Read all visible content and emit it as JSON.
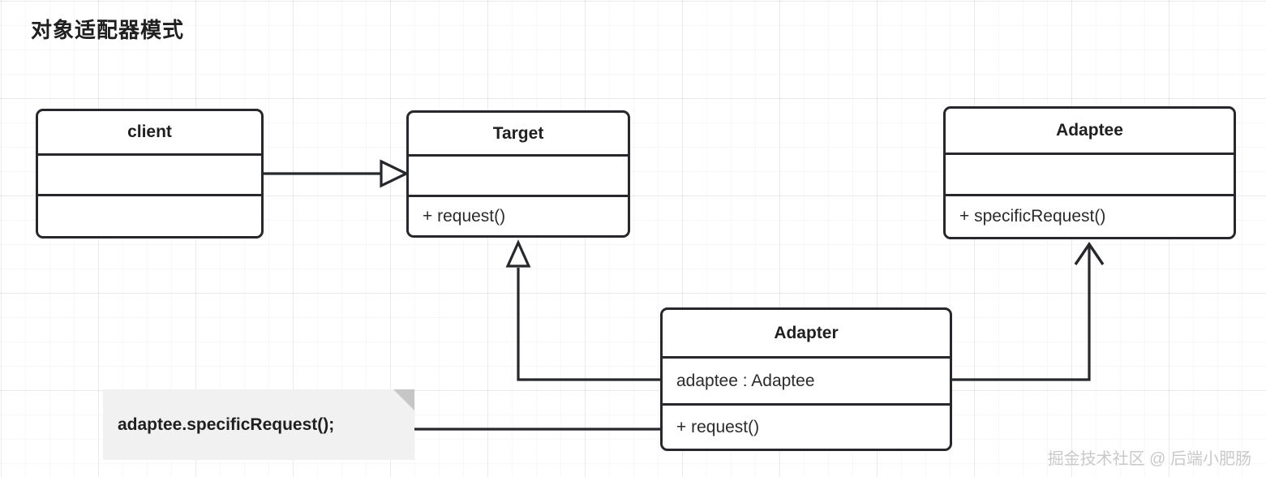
{
  "diagram": {
    "title": "对象适配器模式",
    "watermark": "掘金技术社区 @ 后端小肥肠",
    "colors": {
      "stroke": "#26282b",
      "text": "#1f1f1f",
      "note_fill": "#f1f1f1",
      "note_fold": "#c6c6c6",
      "canvas": "#ffffff",
      "grid_minor": "#f4f4f4",
      "grid_major": "#ebebeb",
      "watermark": "#c9c9c9"
    }
  },
  "classes": [
    {
      "id": "client",
      "name": "client",
      "attributes": "",
      "operations": ""
    },
    {
      "id": "target",
      "name": "Target",
      "attributes": "",
      "operations": "+ request()"
    },
    {
      "id": "adaptee",
      "name": "Adaptee",
      "attributes": "",
      "operations": "+ specificRequest()"
    },
    {
      "id": "adapter",
      "name": "Adapter",
      "attributes": "adaptee : Adaptee",
      "operations": "+ request()"
    }
  ],
  "note": {
    "text": "adaptee.specificRequest();"
  },
  "relationships": [
    {
      "id": "client-uses-target",
      "from": "client",
      "to": "target",
      "kind": "dependency-open-triangle",
      "label": ""
    },
    {
      "id": "adapter-realizes-target",
      "from": "adapter",
      "to": "target",
      "kind": "generalization-hollow-triangle",
      "label": ""
    },
    {
      "id": "adapter-uses-adaptee",
      "from": "adapter",
      "to": "adaptee",
      "kind": "association-open-arrow",
      "label": ""
    },
    {
      "id": "note-anchor-adapter-request",
      "from": "note",
      "to": "adapter",
      "kind": "note-link",
      "label": ""
    }
  ]
}
